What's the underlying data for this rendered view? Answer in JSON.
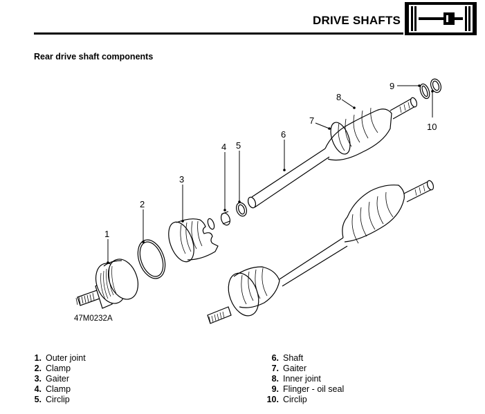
{
  "header": {
    "title": "DRIVE SHAFTS"
  },
  "section": {
    "title": "Rear drive shaft components"
  },
  "figure": {
    "ref_code": "47M0232A",
    "callouts": [
      "1",
      "2",
      "3",
      "4",
      "5",
      "6",
      "7",
      "8",
      "9",
      "10"
    ]
  },
  "legend": {
    "left": [
      {
        "num": "1.",
        "label": "Outer joint"
      },
      {
        "num": "2.",
        "label": "Clamp"
      },
      {
        "num": "3.",
        "label": "Gaiter"
      },
      {
        "num": "4.",
        "label": "Clamp"
      },
      {
        "num": "5.",
        "label": "Circlip"
      }
    ],
    "right": [
      {
        "num": "6.",
        "label": "Shaft"
      },
      {
        "num": "7.",
        "label": "Gaiter"
      },
      {
        "num": "8.",
        "label": "Inner joint"
      },
      {
        "num": "9.",
        "label": "Flinger - oil seal"
      },
      {
        "num": "10.",
        "label": "Circlip"
      }
    ]
  },
  "colors": {
    "ink": "#000000",
    "paper": "#ffffff"
  },
  "icons": {
    "header_badge": "drive-shaft-icon"
  }
}
